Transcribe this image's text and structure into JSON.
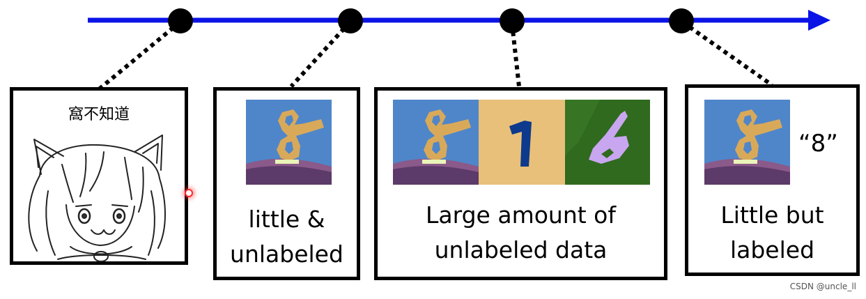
{
  "boxes": {
    "cartoon": {
      "caption": "窩不知道"
    },
    "little_unlabeled": {
      "line1": "little &",
      "line2": "unlabeled"
    },
    "large_unlabeled": {
      "line1": "Large amount of",
      "line2": "unlabeled data"
    },
    "little_labeled": {
      "line1": "Little but",
      "line2": "labeled",
      "label": "“8”"
    }
  },
  "watermark": "CSDN @uncle_ll",
  "colors": {
    "arrow": "#0a14e6",
    "node": "#000000",
    "sky": "#4f86c9",
    "digit_tan": "#d9a95a",
    "sand": "#e8c07a",
    "ink_blue": "#0d3a8c",
    "green": "#2f6a1e",
    "lavender": "#c9a6f0"
  },
  "icons": {
    "cartoon": "cat-ear-girl-drawing",
    "digit8": "handwritten-digit-8-image",
    "digit1": "handwritten-digit-1-image",
    "digit6": "handwritten-digit-6-image"
  }
}
